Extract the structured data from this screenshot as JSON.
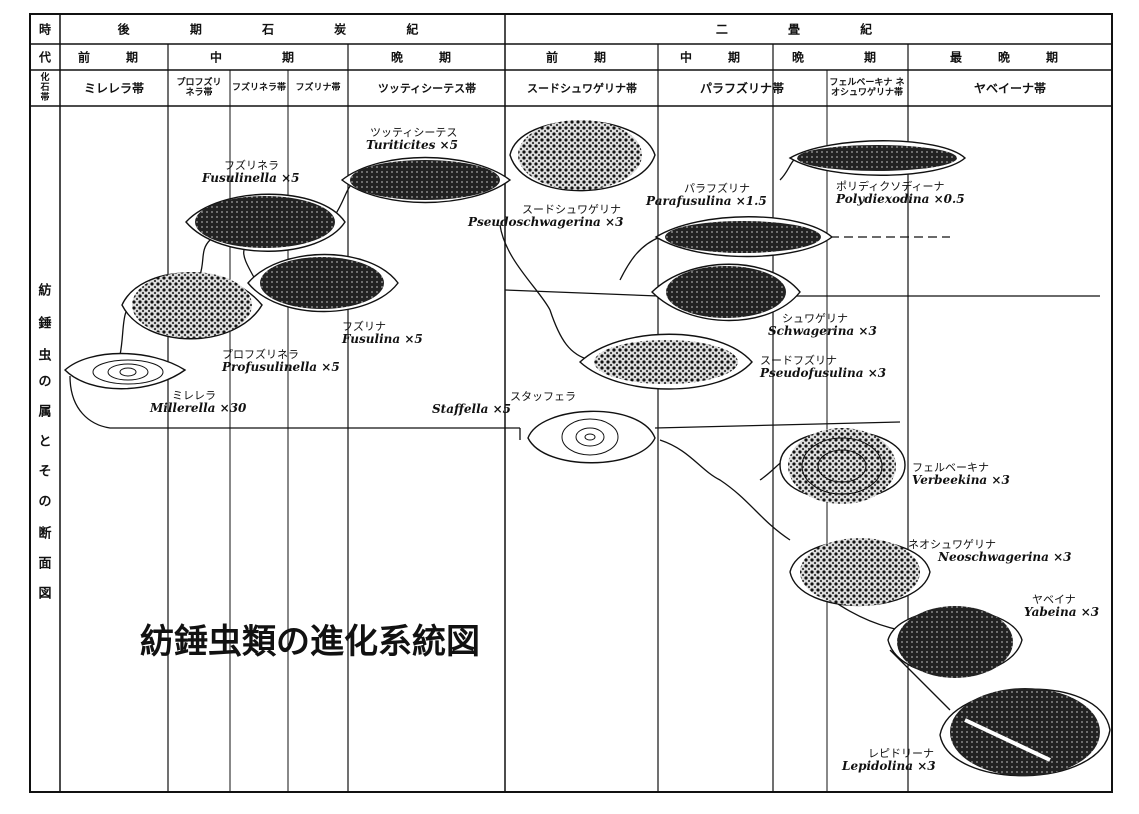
{
  "title": "紡錘虫類の進化系統図",
  "header": {
    "row1_label": "時",
    "row1b_label": "代",
    "zone_label": "化石帯",
    "periods": [
      {
        "text": "後 期 石 炭 紀"
      },
      {
        "text": "二 畳 紀"
      }
    ],
    "epochs": [
      {
        "text": "前　期"
      },
      {
        "text": "中　　期"
      },
      {
        "text": "晩　期"
      },
      {
        "text": "前　期"
      },
      {
        "text": "中　期"
      },
      {
        "text": "晩　　期"
      },
      {
        "text": "最　晩　期"
      }
    ],
    "zones": [
      {
        "text": "ミレレラ帯"
      },
      {
        "text": "プロフズリ ネラ帯"
      },
      {
        "text": "フズリネラ帯"
      },
      {
        "text": "フズリナ帯"
      },
      {
        "text": "ツッティシーテス帯"
      },
      {
        "text": "スードシュワゲリナ帯"
      },
      {
        "text": "パラフズリナ帯"
      },
      {
        "text": "フェルベーキナ ネオシュワゲリナ帯"
      },
      {
        "text": "ヤベイーナ帯"
      }
    ]
  },
  "side_caption": [
    "紡",
    "錘",
    "虫",
    "の",
    "属",
    "と",
    "そ",
    "の",
    "断",
    "面",
    "図"
  ],
  "taxa": [
    {
      "jp": "ミレレラ",
      "latin": "Millerella",
      "mag": "×30"
    },
    {
      "jp": "プロフズリネラ",
      "latin": "Profusulinella",
      "mag": "×5"
    },
    {
      "jp": "フズリネラ",
      "latin": "Fusulinella",
      "mag": "×5"
    },
    {
      "jp": "フズリナ",
      "latin": "Fusulina",
      "mag": "×5"
    },
    {
      "jp": "ツッティシーテス",
      "latin": "Turiticites",
      "mag": "×5"
    },
    {
      "jp": "スタッフェラ",
      "latin": "Staffella",
      "mag": "×5"
    },
    {
      "jp": "スードシュワゲリナ",
      "latin": "Pseudoschwagerina",
      "mag": "×3"
    },
    {
      "jp": "パラフズリナ",
      "latin": "Parafusulina",
      "mag": "×1.5"
    },
    {
      "jp": "ポリディクソディーナ",
      "latin": "Polydiexodina",
      "mag": "×0.5"
    },
    {
      "jp": "シュワゲリナ",
      "latin": "Schwagerina",
      "mag": "×3"
    },
    {
      "jp": "スードフズリナ",
      "latin": "Pseudofusulina",
      "mag": "×3"
    },
    {
      "jp": "フェルベーキナ",
      "latin": "Verbeekina",
      "mag": "×3"
    },
    {
      "jp": "ネオシュワゲリナ",
      "latin": "Neoschwagerina",
      "mag": "×3"
    },
    {
      "jp": "ヤベイナ",
      "latin": "Yabeina",
      "mag": "×3"
    },
    {
      "jp": "レピドリーナ",
      "latin": "Lepidolina",
      "mag": "×3"
    }
  ]
}
